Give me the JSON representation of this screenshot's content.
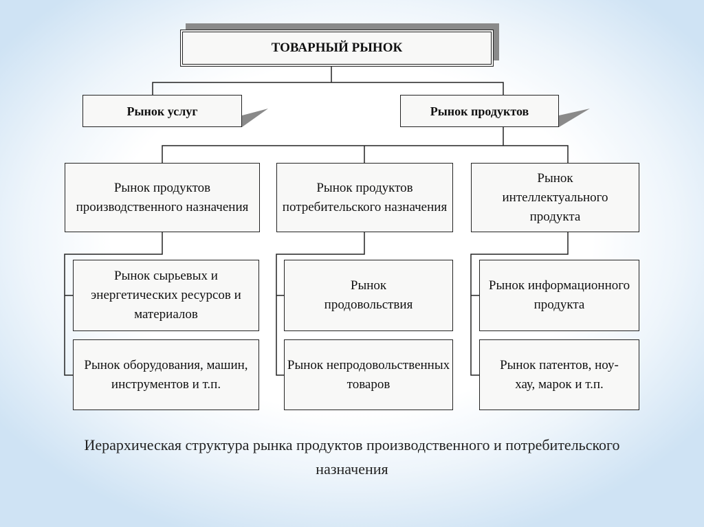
{
  "root": "ТОВАРНЫЙ РЫНОК",
  "level2": [
    "Рынок услуг",
    "Рынок продуктов"
  ],
  "level3": [
    "Рынок продуктов производственного назначения",
    "Рынок продуктов потребительского назначения",
    "Рынок интеллектуального продукта"
  ],
  "level4": [
    [
      "Рынок сырьевых и энергетических ресурсов и материалов",
      "Рынок оборудования, машин, инструментов и т.п."
    ],
    [
      "Рынок продовольствия",
      "Рынок непродовольственных товаров"
    ],
    [
      "Рынок информационного продукта",
      "Рынок патентов, ноу-хау, марок и т.п."
    ]
  ],
  "caption": "Иерархическая структура рынка продуктов производственного и потребительского назначения"
}
